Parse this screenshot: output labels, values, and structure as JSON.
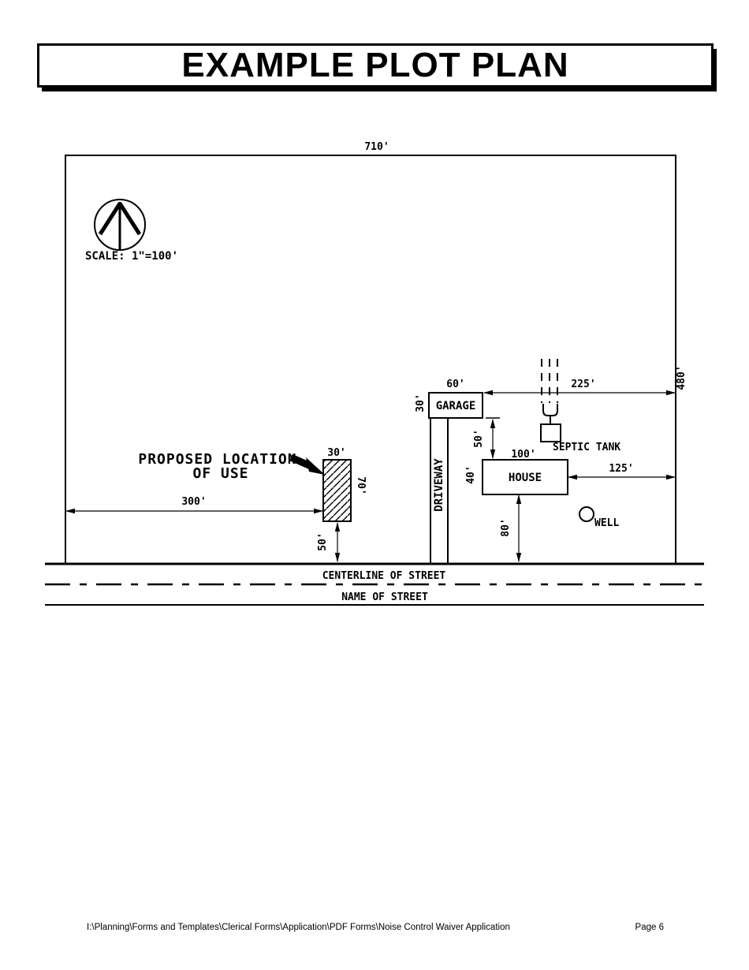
{
  "title": "EXAMPLE PLOT PLAN",
  "plot": {
    "scale_label": "SCALE: 1\"=100'",
    "dims": {
      "frontage": "710'",
      "depth": "480'",
      "garage_width": "60'",
      "garage_depth": "30'",
      "garage_to_right": "225'",
      "garage_house_gap": "50'",
      "house_width": "100'",
      "house_depth": "40'",
      "house_to_right": "125'",
      "house_to_street": "80'",
      "use_width": "30'",
      "use_depth": "70'",
      "use_to_left": "300'",
      "use_to_street": "50'"
    },
    "labels": {
      "garage": "GARAGE",
      "house": "HOUSE",
      "driveway": "DRIVEWAY",
      "septic_tank": "SEPTIC TANK",
      "well": "WELL",
      "proposed_line1": "PROPOSED LOCATION",
      "proposed_line2": "OF USE",
      "centerline": "CENTERLINE OF STREET",
      "street_name": "NAME OF STREET"
    }
  },
  "footer": {
    "path": "I:\\Planning\\Forms and Templates\\Clerical Forms\\Application\\PDF Forms\\Noise Control Waiver Application",
    "page": "Page 6"
  }
}
